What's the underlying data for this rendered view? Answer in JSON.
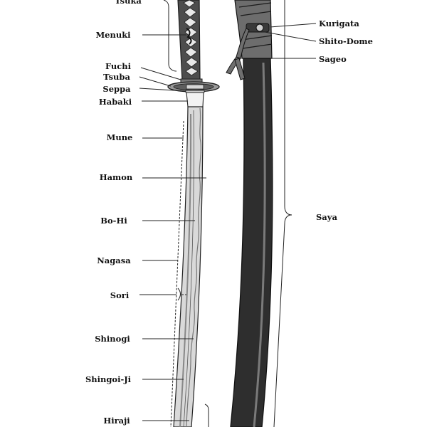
{
  "diagram": {
    "labels_left": {
      "tsuka": "Tsuka",
      "menuki": "Menuki",
      "fuchi": "Fuchi",
      "tsuba": "Tsuba",
      "seppa": "Seppa",
      "habaki": "Habaki",
      "mune": "Mune",
      "hamon": "Hamon",
      "bohi": "Bo-Hi",
      "nagasa": "Nagasa",
      "sori": "Sori",
      "shinogi": "Shinogi",
      "shinogiji": "Shingoi-Ji",
      "hiraji": "Hiraji"
    },
    "labels_right": {
      "kurigata": "Kurigata",
      "shitodome": "Shito-Dome",
      "sageo": "Sageo",
      "saya": "Saya"
    }
  }
}
